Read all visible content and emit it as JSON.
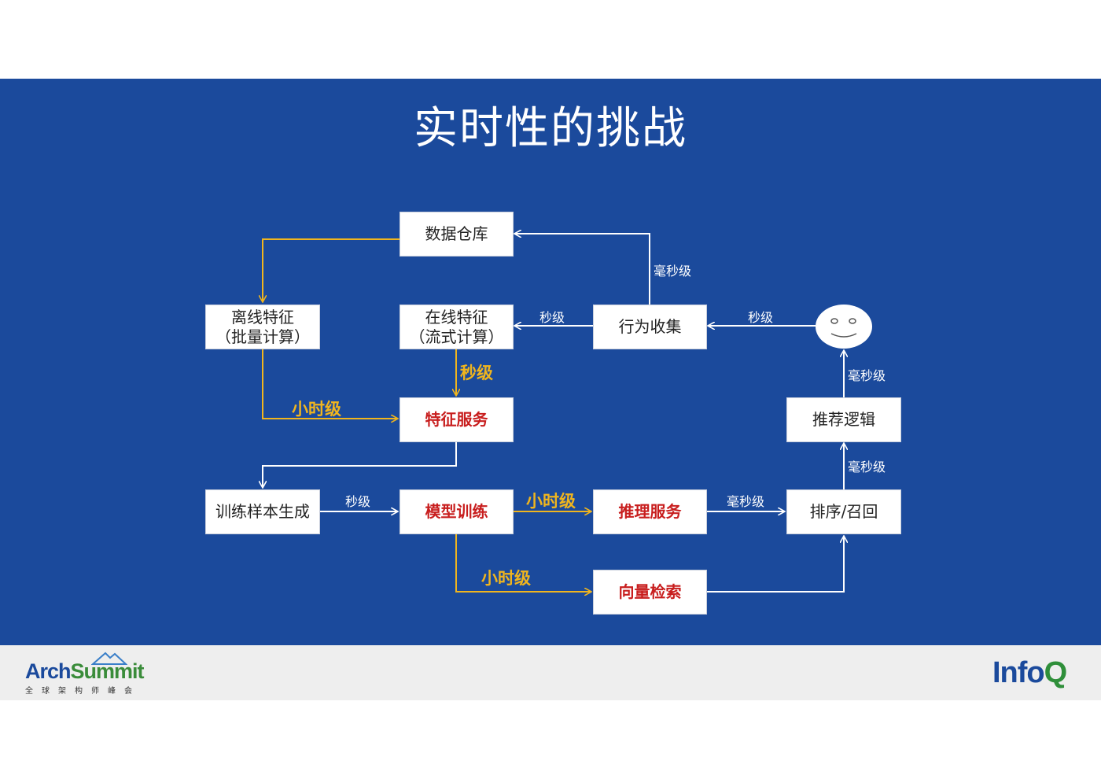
{
  "slide": {
    "title": "实时性的挑战",
    "background_color": "#1b4a9c"
  },
  "diagram": {
    "nodes": {
      "warehouse": "数据仓库",
      "offline_line1": "离线特征",
      "offline_line2": "（批量计算）",
      "online_line1": "在线特征",
      "online_line2": "（流式计算）",
      "behavior": "行为收集",
      "feature_service": "特征服务",
      "recommend_logic": "推荐逻辑",
      "sample_gen": "训练样本生成",
      "model_train": "模型训练",
      "inference": "推理服务",
      "rank_recall": "排序/召回",
      "vector_search": "向量检索"
    },
    "edges": {
      "behavior_to_warehouse": "毫秒级",
      "behavior_to_online": "秒级",
      "user_to_behavior": "秒级",
      "online_to_feature": "秒级",
      "offline_to_feature": "小时级",
      "recommend_to_user": "毫秒级",
      "rank_to_recommend": "毫秒级",
      "sample_to_train": "秒级",
      "train_to_inference": "小时级",
      "inference_to_rank": "毫秒级",
      "train_to_vector": "小时级"
    },
    "colors": {
      "fast_edge": "#ffffff",
      "slow_edge": "#f0b51e",
      "highlight_text": "#c81e1e"
    },
    "user_icon": "smiley-face-icon"
  },
  "footer": {
    "left_logo_part1": "Arch",
    "left_logo_part2": "Summit",
    "left_logo_sub": "全球架构师峰会",
    "right_logo_part1": "Info",
    "right_logo_part2": "Q"
  }
}
